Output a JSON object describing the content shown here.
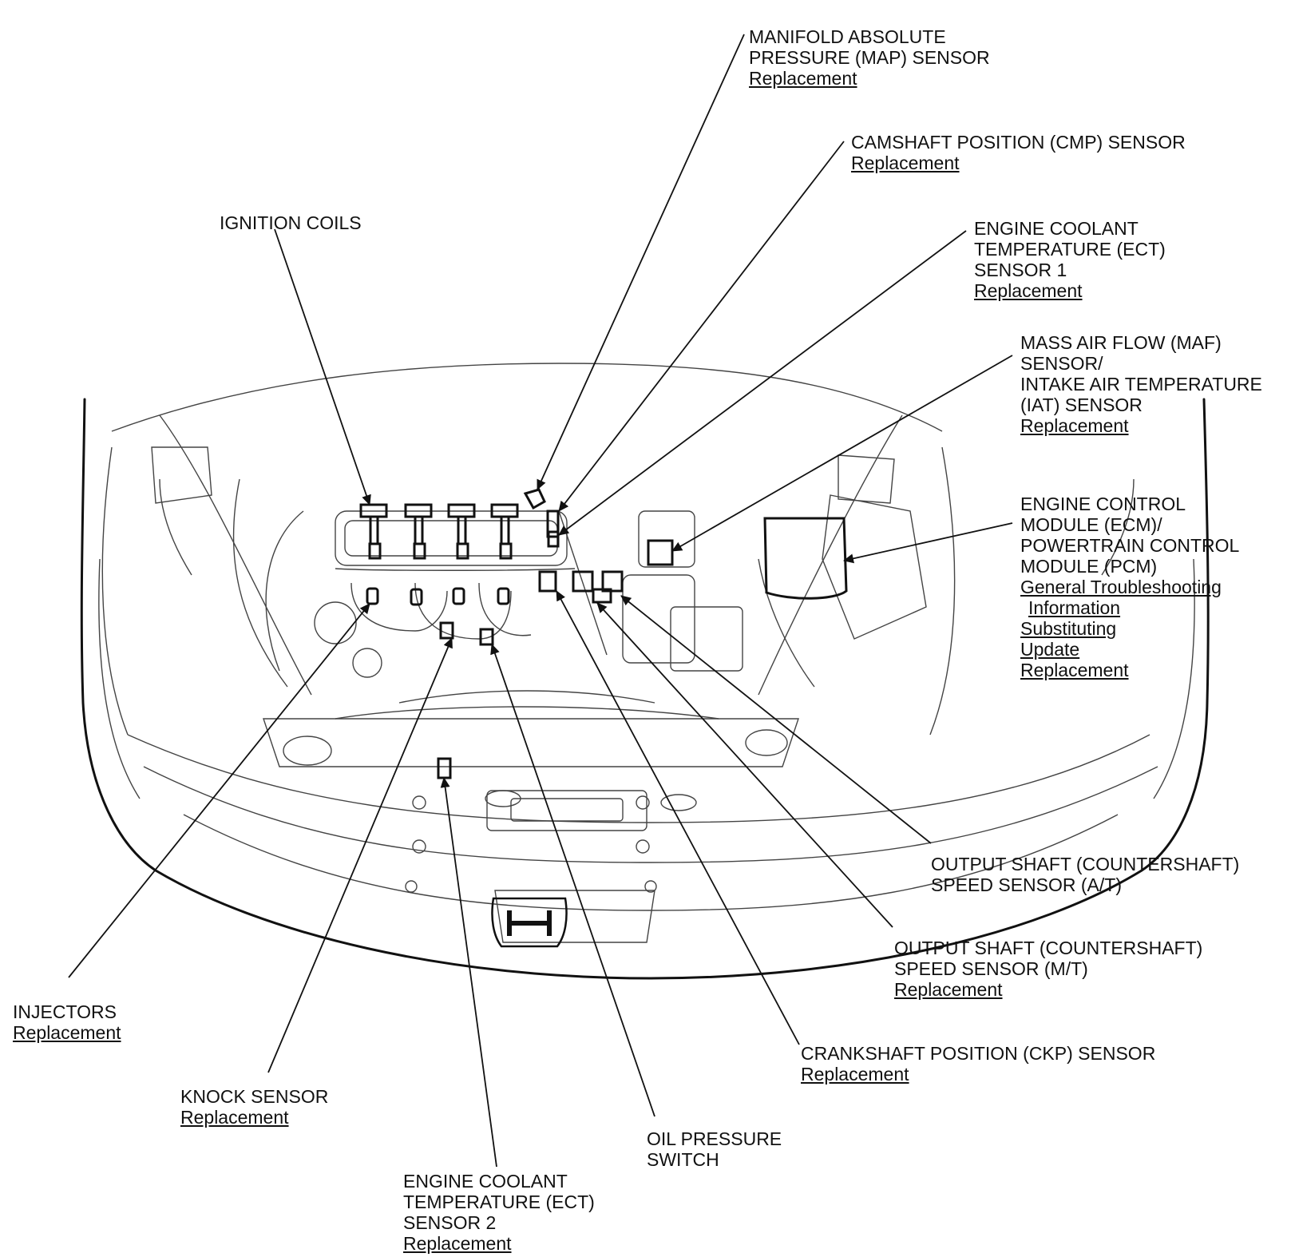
{
  "colors": {
    "ink": "#111111",
    "paper": "#ffffff"
  },
  "callouts": {
    "map": {
      "lines": [
        "MANIFOLD ABSOLUTE",
        "PRESSURE (MAP) SENSOR"
      ],
      "links": [
        "Replacement"
      ]
    },
    "cmp": {
      "lines": [
        "CAMSHAFT POSITION (CMP) SENSOR"
      ],
      "links": [
        "Replacement"
      ]
    },
    "ignition": {
      "lines": [
        "IGNITION COILS"
      ],
      "links": []
    },
    "ect1": {
      "lines": [
        "ENGINE COOLANT",
        "TEMPERATURE (ECT)",
        "SENSOR 1"
      ],
      "links": [
        "Replacement"
      ]
    },
    "maf": {
      "lines": [
        "MASS AIR FLOW (MAF)",
        "SENSOR/",
        "INTAKE AIR TEMPERATURE",
        "(IAT) SENSOR"
      ],
      "links": [
        "Replacement"
      ]
    },
    "ecm": {
      "lines": [
        "ENGINE CONTROL",
        "MODULE (ECM)/",
        "POWERTRAIN CONTROL",
        "MODULE (PCM)"
      ],
      "links": [
        "General Troubleshooting",
        "Information",
        "Substituting",
        "Update",
        "Replacement"
      ]
    },
    "oss_at": {
      "lines": [
        "OUTPUT SHAFT (COUNTERSHAFT)",
        "SPEED SENSOR (A/T)"
      ],
      "links": []
    },
    "oss_mt": {
      "lines": [
        "OUTPUT SHAFT (COUNTERSHAFT)",
        "SPEED SENSOR (M/T)"
      ],
      "links": [
        "Replacement"
      ]
    },
    "ckp": {
      "lines": [
        "CRANKSHAFT POSITION (CKP) SENSOR"
      ],
      "links": [
        "Replacement"
      ]
    },
    "oil": {
      "lines": [
        "OIL PRESSURE",
        "SWITCH"
      ],
      "links": []
    },
    "ect2": {
      "lines": [
        "ENGINE COOLANT",
        "TEMPERATURE (ECT)",
        "SENSOR 2"
      ],
      "links": [
        "Replacement"
      ]
    },
    "knock": {
      "lines": [
        "KNOCK SENSOR"
      ],
      "links": [
        "Replacement"
      ]
    },
    "injectors": {
      "lines": [
        "INJECTORS"
      ],
      "links": [
        "Replacement"
      ]
    }
  }
}
